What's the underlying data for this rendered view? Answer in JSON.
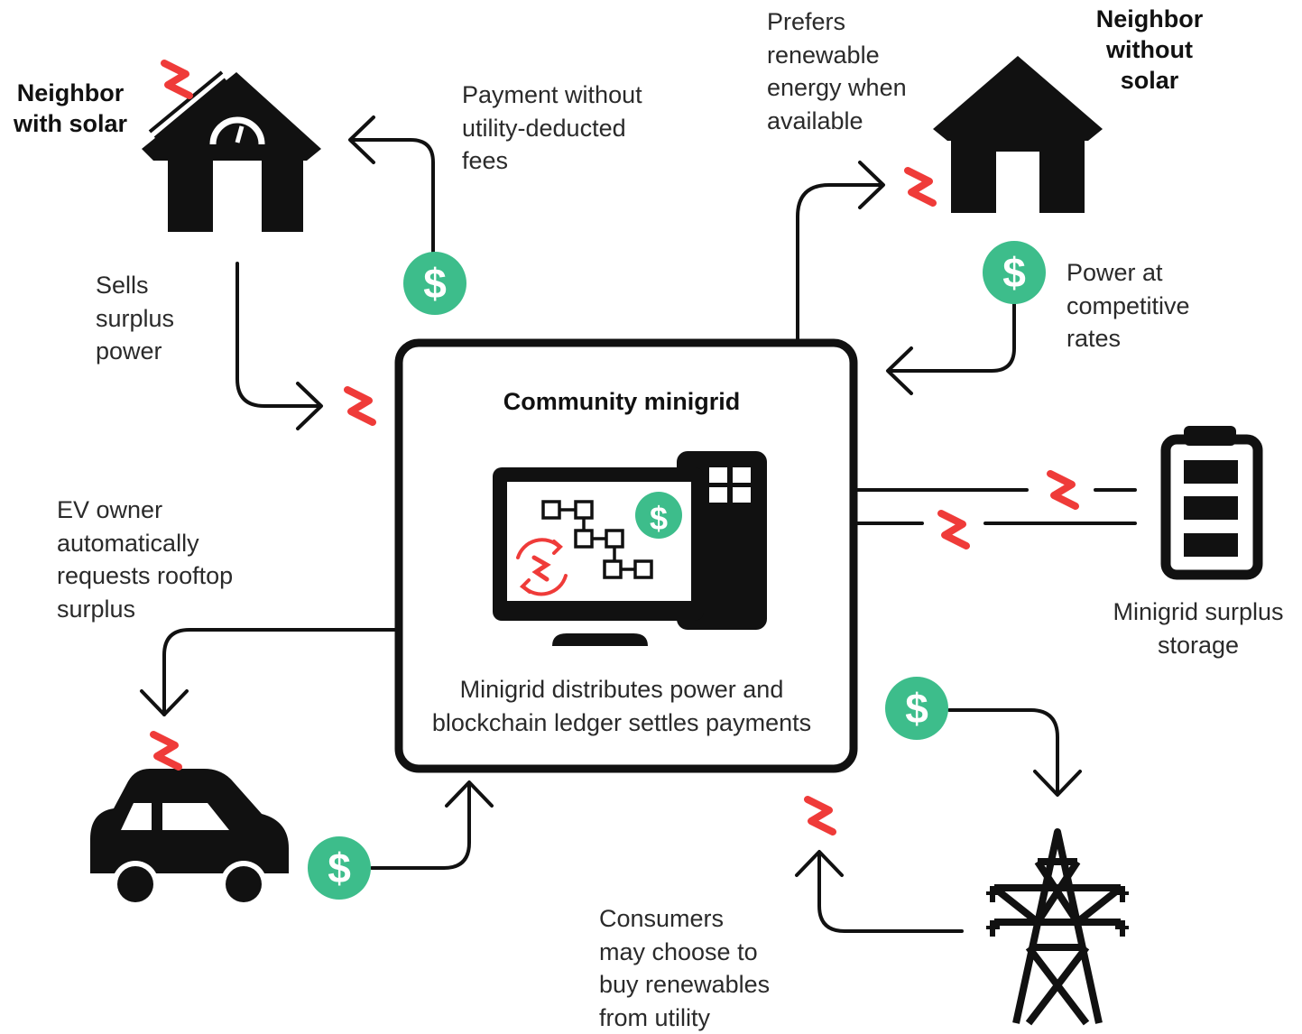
{
  "nodes": {
    "neighbor_solar": {
      "label": "Neighbor\nwith solar",
      "icon": "house-with-solar-panel-icon"
    },
    "neighbor_no_solar": {
      "label": "Neighbor\nwithout\nsolar",
      "icon": "house-icon"
    },
    "minigrid": {
      "title": "Community minigrid",
      "caption": "Minigrid distributes power and\nblockchain ledger settles payments",
      "icon": "computer-blockchain-icon"
    },
    "storage": {
      "label": "Minigrid surplus\nstorage",
      "icon": "battery-icon"
    },
    "ev": {
      "icon": "car-icon"
    },
    "utility": {
      "icon": "power-transmission-tower-icon"
    }
  },
  "annotations": {
    "payment_no_fees": "Payment without\nutility-deducted\nfees",
    "sells_surplus": "Sells\nsurplus\npower",
    "prefers_renewable": "Prefers\nrenewable\nenergy when\navailable",
    "competitive_rates": "Power at\ncompetitive\nrates",
    "ev_owner": "EV owner\nautomatically\nrequests rooftop\nsurplus",
    "consumers_utility": "Consumers\nmay choose to\nbuy renewables\nfrom utility"
  },
  "symbols": {
    "money": "$"
  },
  "colors": {
    "ink": "#111111",
    "text": "#2a2a2a",
    "power": "#ef3b39",
    "money": "#3dbd8b",
    "background": "#ffffff"
  }
}
